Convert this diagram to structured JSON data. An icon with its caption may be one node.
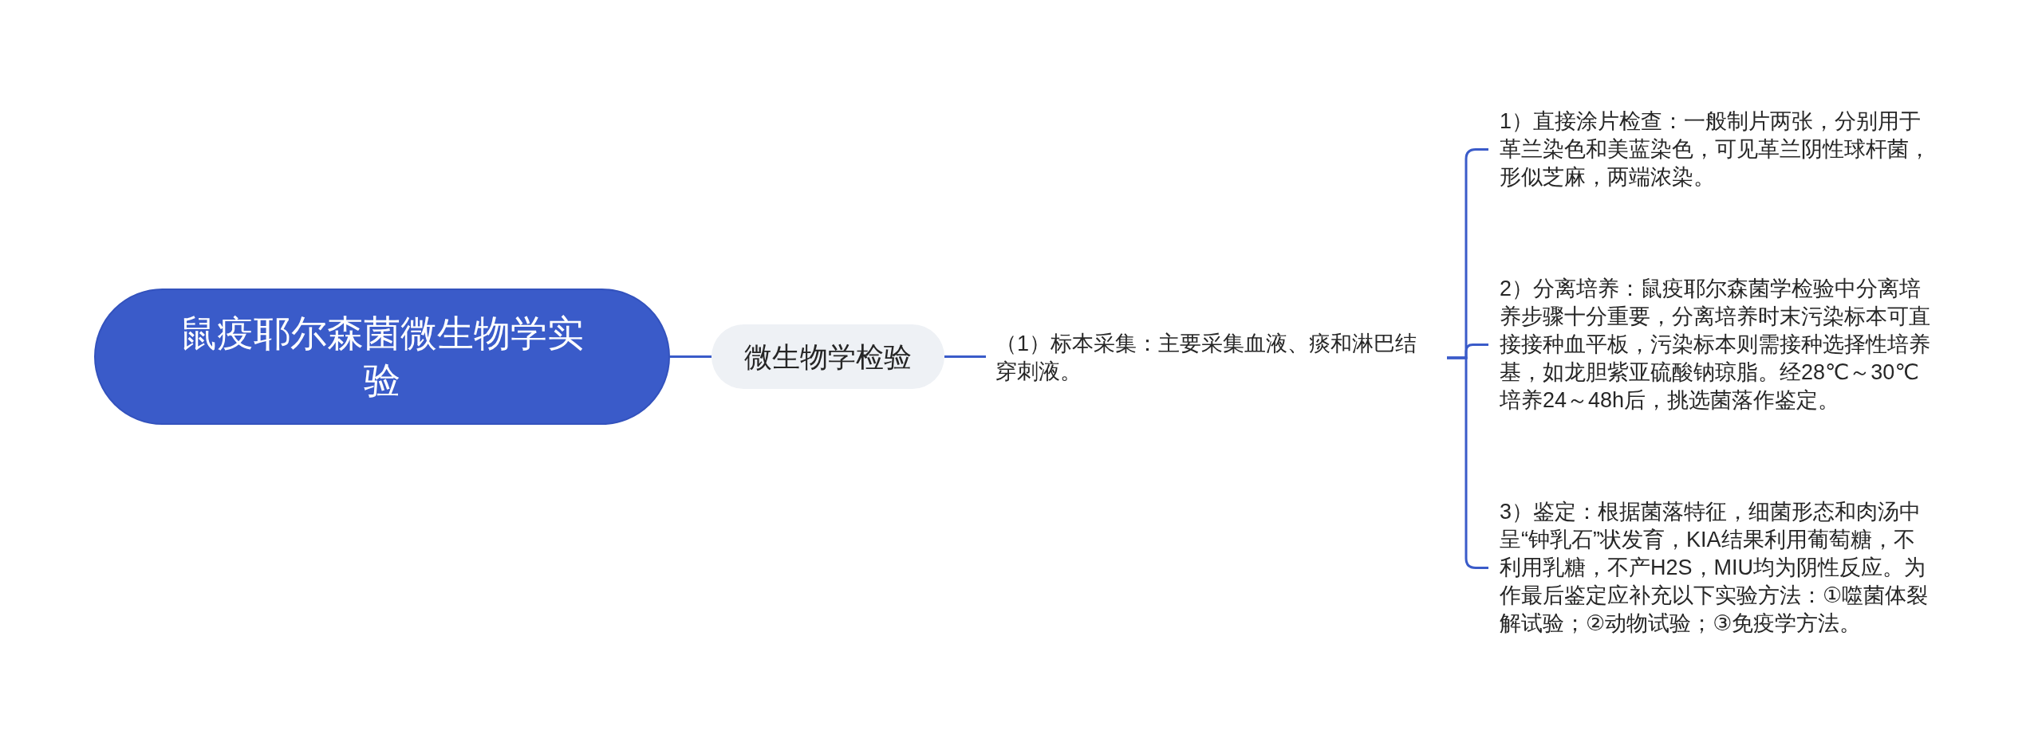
{
  "diagram": {
    "nodes": [
      {
        "text": [
          "鼠疫耶尔森菌微生物学实验"
        ]
      },
      {
        "text": [
          "微生物学检验"
        ]
      },
      {
        "text": [
          "（1）标本采集：主要采集血液、痰和淋巴结穿刺液。"
        ]
      },
      {
        "text": [
          "1）直接涂片检查：一般制片两张，分别用于革兰染色和美蓝染色，可见革兰阴性球杆菌，形似芝麻，两端浓染。"
        ]
      },
      {
        "text": [
          "2）分离培养：鼠疫耶尔森菌学检验中分离培养步骤十分重要，分离培养时末污染标本可直接接种血平板，污染标本则需接种选择性培养基，如龙胆紫亚硫酸钠琼脂。经28℃～30℃培养24～48h后，挑选菌落作鉴定。"
        ]
      },
      {
        "text": [
          "3）鉴定：根据菌落特征，细菌形态和肉汤中呈“钟乳石”状发育，KIA结果利用葡萄糖，不利用乳糖，不产H2S，MIU均为阴性反应。为作最后鉴定应补充以下实验方法：①噬菌体裂解试验；②动物试验；③免疫学方法。"
        ]
      }
    ],
    "edges": [
      {
        "from": 0,
        "to": 1,
        "arrow": "none"
      },
      {
        "from": 1,
        "to": 2,
        "arrow": "none"
      },
      {
        "from": 2,
        "to": 3,
        "arrow": "none"
      },
      {
        "from": 2,
        "to": 4,
        "arrow": "none"
      },
      {
        "from": 2,
        "to": 5,
        "arrow": "none"
      }
    ]
  }
}
